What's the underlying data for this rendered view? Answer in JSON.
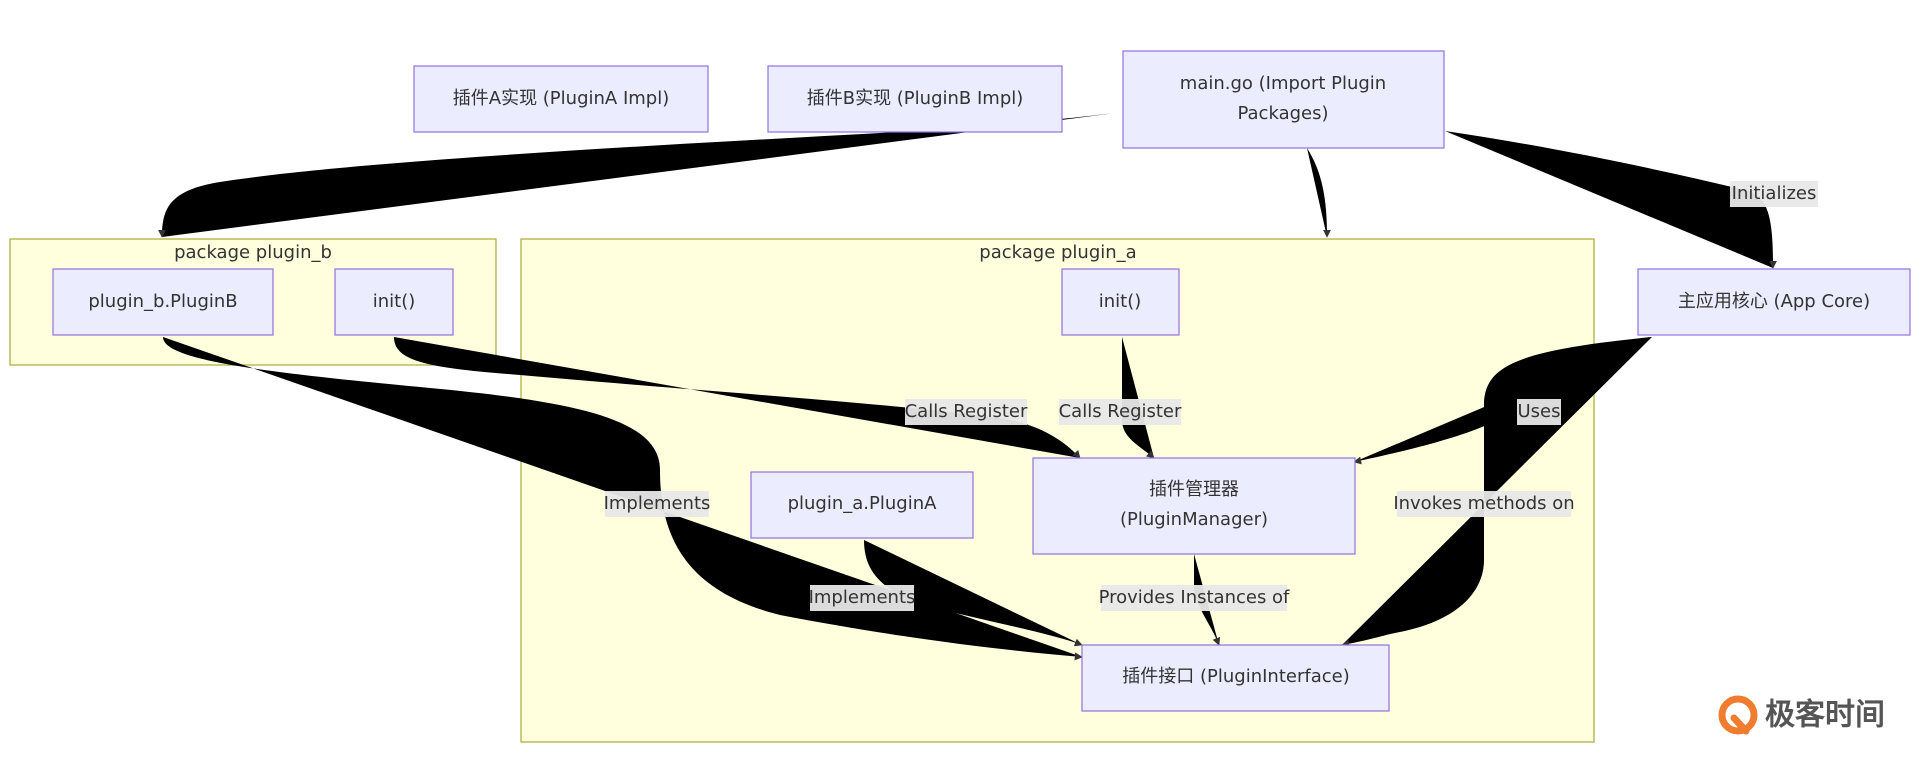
{
  "diagram": {
    "clusters": {
      "plugin_b": {
        "label": "package plugin_b"
      },
      "plugin_a": {
        "label": "package plugin_a"
      }
    },
    "nodes": {
      "plugina_impl": {
        "label": "插件A实现 (PluginA Impl)"
      },
      "pluginb_impl": {
        "label": "插件B实现 (PluginB Impl)"
      },
      "main_go": {
        "line1": "main.go (Import Plugin",
        "line2": "Packages)"
      },
      "plugin_b_pluginb": {
        "label": "plugin_b.PluginB"
      },
      "plugin_b_init": {
        "label": "init()"
      },
      "plugin_a_init": {
        "label": "init()"
      },
      "app_core": {
        "label": "主应用核心 (App Core)"
      },
      "plugin_manager": {
        "line1": "插件管理器",
        "line2": "(PluginManager)"
      },
      "plugin_a_plugina": {
        "label": "plugin_a.PluginA"
      },
      "plugin_interface": {
        "label": "插件接口 (PluginInterface)"
      }
    },
    "edge_labels": {
      "initializes": "Initializes",
      "calls_register_b": "Calls Register",
      "calls_register_a": "Calls Register",
      "uses": "Uses",
      "implements_b": "Implements",
      "implements_a": "Implements",
      "invokes": "Invokes methods on",
      "provides": "Provides Instances of"
    }
  },
  "logo": {
    "text": "极客时间",
    "color": "#f07c2f"
  }
}
